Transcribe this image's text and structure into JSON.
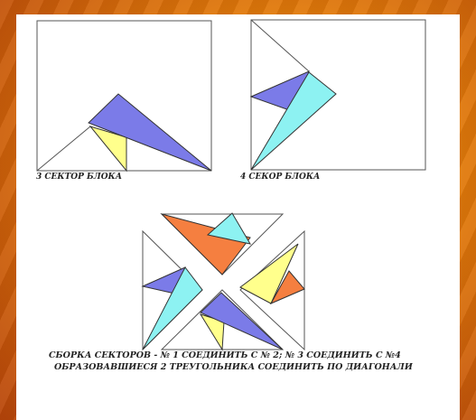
{
  "captions": {
    "sector_3": "3 СЕКТОР БЛОКА",
    "sector_4": "4 СЕКОР БЛОКА",
    "assembly_line1": "СБОРКА СЕКТОРОВ -   № 1 СОЕДИНИТЬ С № 2; № 3 СОЕДИНИТЬ С №4",
    "assembly_line2": "ОБРАЗОВАВШИЕСЯ 2 ТРЕУГОЛЬНИКА СОЕДИНИТЬ ПО ДИАГОНАЛИ"
  },
  "colors": {
    "blue": "#7b7be8",
    "cyan": "#8df2f2",
    "yellow": "#ffff8c",
    "orange": "#f57f40",
    "background": "#e0780a"
  }
}
